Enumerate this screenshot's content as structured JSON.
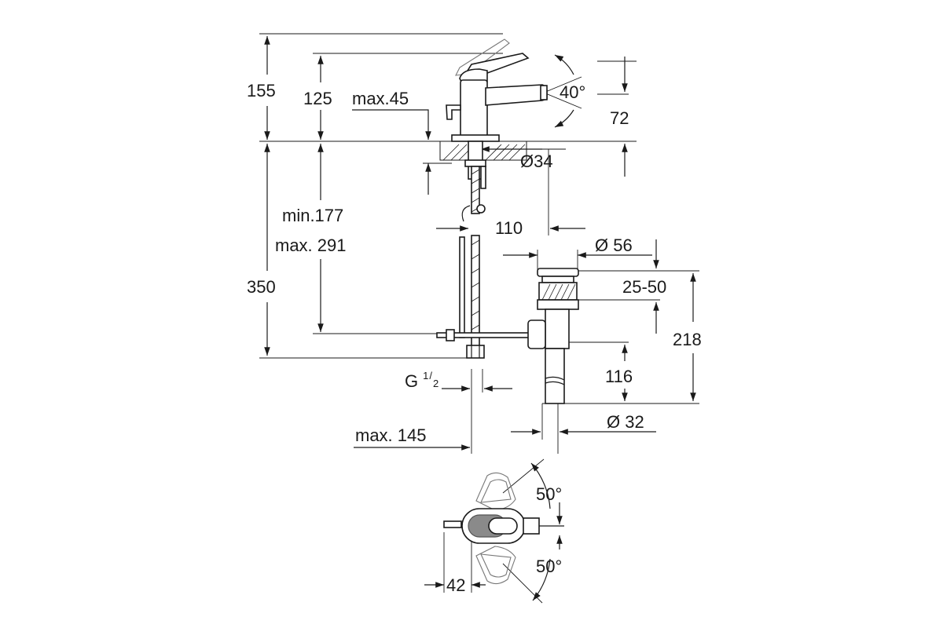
{
  "drawing": {
    "title": "",
    "dimensions": {
      "total_height": "155",
      "spout_height": "125",
      "max_counter_thickness": "max.45",
      "swivel_angle": "40°",
      "outlet_height": "72",
      "hole_diameter": "Ø34",
      "projection": "110",
      "shank_range_min": "min.177",
      "shank_range_max": "max. 291",
      "waste_diameter": "Ø 56",
      "waste_range": "25-50",
      "under_counter": "350",
      "waste_total": "218",
      "waste_tail": "116",
      "connection_prefix": "G",
      "connection_num": "1",
      "connection_den": "2",
      "tail_diameter": "Ø 32",
      "max_hose": "max. 145",
      "lever_angle_top": "50°",
      "lever_angle_bottom": "50°",
      "lever_offset": "42"
    },
    "colors": {
      "line": "#1a1a1a",
      "fill_grey": "#8a8a8a",
      "background": "#ffffff"
    }
  }
}
